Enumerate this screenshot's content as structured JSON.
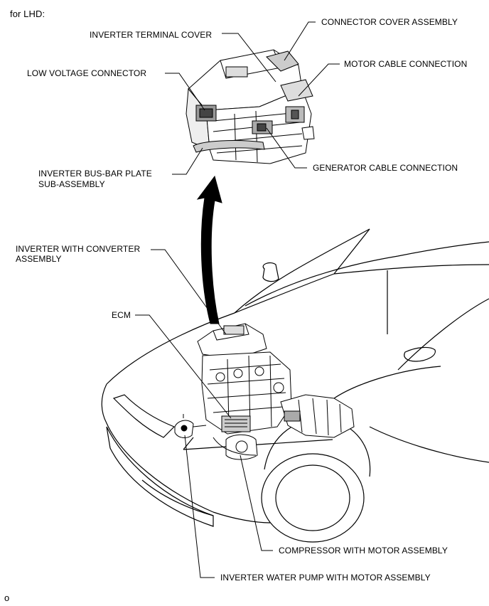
{
  "heading": "for LHD:",
  "figure_id": "o",
  "labels": {
    "connector_cover": "CONNECTOR COVER ASSEMBLY",
    "inverter_terminal_cover": "INVERTER TERMINAL COVER",
    "low_voltage_connector": "LOW VOLTAGE CONNECTOR",
    "motor_cable_connection": "MOTOR CABLE CONNECTION",
    "bus_bar_plate_line1": "INVERTER BUS-BAR PLATE",
    "bus_bar_plate_line2": "SUB-ASSEMBLY",
    "generator_cable_connection": "GENERATOR CABLE CONNECTION",
    "inverter_converter_line1": "INVERTER WITH CONVERTER",
    "inverter_converter_line2": "ASSEMBLY",
    "ecm": "ECM",
    "compressor": "COMPRESSOR WITH MOTOR ASSEMBLY",
    "water_pump": "INVERTER WATER PUMP WITH MOTOR ASSEMBLY"
  },
  "colors": {
    "ink": "#000000",
    "fill": "#ffffff",
    "shade": "#d8d8d8",
    "dark": "#555555"
  }
}
